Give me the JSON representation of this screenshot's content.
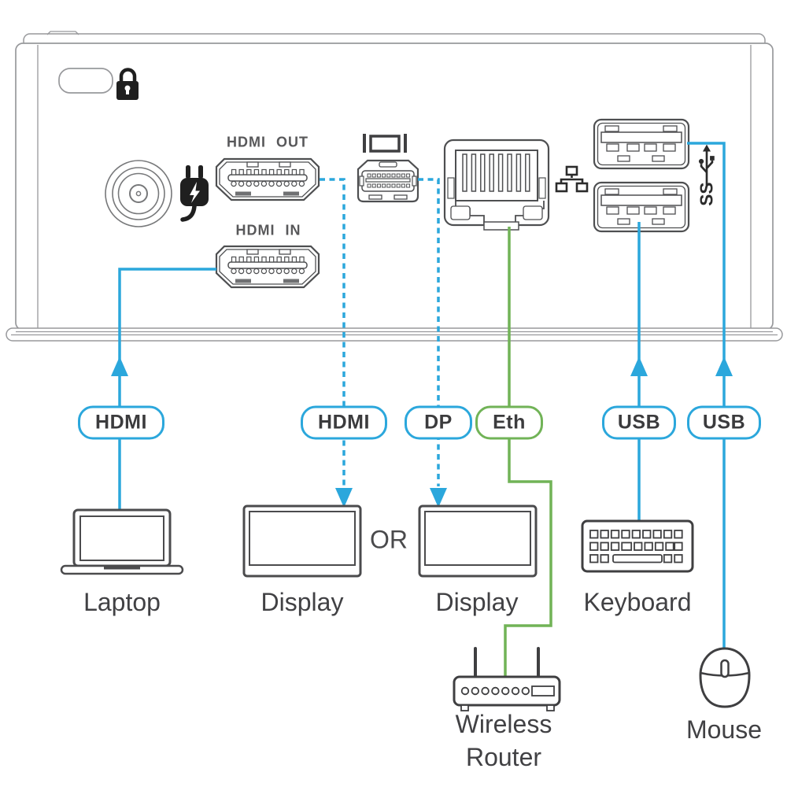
{
  "diagram": {
    "type": "hardware-connection-diagram",
    "or_separator": "OR",
    "colors": {
      "blue_line": "#2ba7dc",
      "green_line": "#71b357",
      "outline_gray": "#98999c",
      "port_gray": "#4e4f51",
      "text_dark": "#414144"
    }
  },
  "device_panel": {
    "name": "docking-station-rear-panel",
    "port_labels": {
      "hdmi_out": "HDMI OUT",
      "hdmi_in": "HDMI IN"
    },
    "ss_usb_text": "SS",
    "icons": [
      "lock-icon",
      "power-plug-icon",
      "monitor-icon",
      "network-icon",
      "ss-usb-icon"
    ]
  },
  "connections": [
    {
      "id": "hdmi-laptop",
      "label": "HDMI",
      "line_color": "#2ba7dc",
      "line_style": "solid",
      "arrow": "up"
    },
    {
      "id": "hdmi-display",
      "label": "HDMI",
      "line_color": "#2ba7dc",
      "line_style": "dashed",
      "arrow": "down"
    },
    {
      "id": "dp-display",
      "label": "DP",
      "line_color": "#2ba7dc",
      "line_style": "dashed",
      "arrow": "down"
    },
    {
      "id": "eth-router",
      "label": "Eth",
      "line_color": "#71b357",
      "line_style": "solid",
      "arrow": "none"
    },
    {
      "id": "usb-keyboard",
      "label": "USB",
      "line_color": "#2ba7dc",
      "line_style": "solid",
      "arrow": "up"
    },
    {
      "id": "usb-mouse",
      "label": "USB",
      "line_color": "#2ba7dc",
      "line_style": "solid",
      "arrow": "up"
    }
  ],
  "devices": [
    {
      "id": "laptop",
      "label": "Laptop"
    },
    {
      "id": "display-1",
      "label": "Display"
    },
    {
      "id": "display-2",
      "label": "Display"
    },
    {
      "id": "keyboard",
      "label": "Keyboard"
    },
    {
      "id": "wireless-router",
      "label": "Wireless Router"
    },
    {
      "id": "mouse",
      "label": "Mouse"
    }
  ]
}
